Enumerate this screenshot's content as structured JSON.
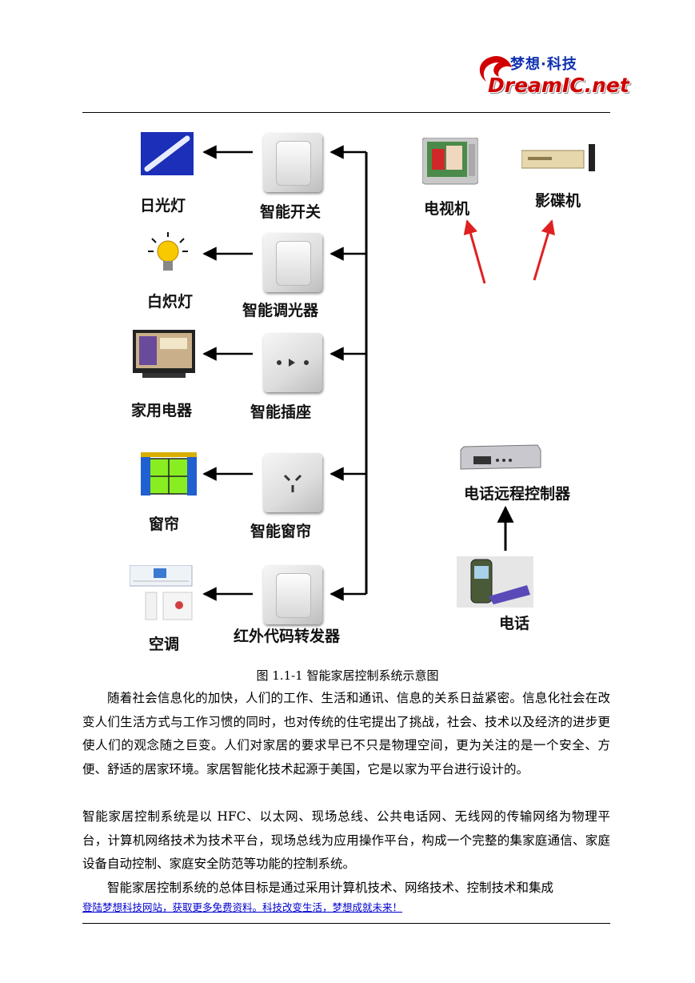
{
  "header": {
    "logo_cn": "梦想·科技",
    "logo_en": "DreamIC.net"
  },
  "diagram": {
    "left_devices": [
      "日光灯",
      "白炽灯",
      "家用电器",
      "窗帘",
      "空调"
    ],
    "controllers": [
      "智能开关",
      "智能调光器",
      "智能插座",
      "智能窗帘",
      "红外代码转发器"
    ],
    "tv": "电视机",
    "dvd": "影碟机",
    "remote_controller": "电话远程控制器",
    "phone": "电话"
  },
  "caption": "图 1.1-1 智能家居控制系统示意图",
  "paragraphs": [
    "随着社会信息化的加快，人们的工作、生活和通讯、信息的关系日益紧密。信息化社会在改变人们生活方式与工作习惯的同时，也对传统的住宅提出了挑战，社会、技术以及经济的进步更使人们的观念随之巨变。人们对家居的要求早已不只是物理空间，更为关注的是一个安全、方便、舒适的居家环境。家居智能化技术起源于美国，它是以家为平台进行设计的。",
    "智能家居控制系统是以 HFC、以太网、现场总线、公共电话网、无线网的传输网络为物理平台，计算机网络技术为技术平台，现场总线为应用操作平台，构成一个完整的集家庭通信、家庭设备自动控制、家庭安全防范等功能的控制系统。",
    "智能家居控制系统的总体目标是通过采用计算机技术、网络技术、控制技术和集成"
  ],
  "footer_link": "登陆梦想科技网站，获取更多免费资料。科技改变生活，梦想成就未来！",
  "colors": {
    "logo_red": "#d00000",
    "logo_blue": "#1030b0",
    "arrow_red": "#e02020",
    "link": "#0000cc"
  }
}
